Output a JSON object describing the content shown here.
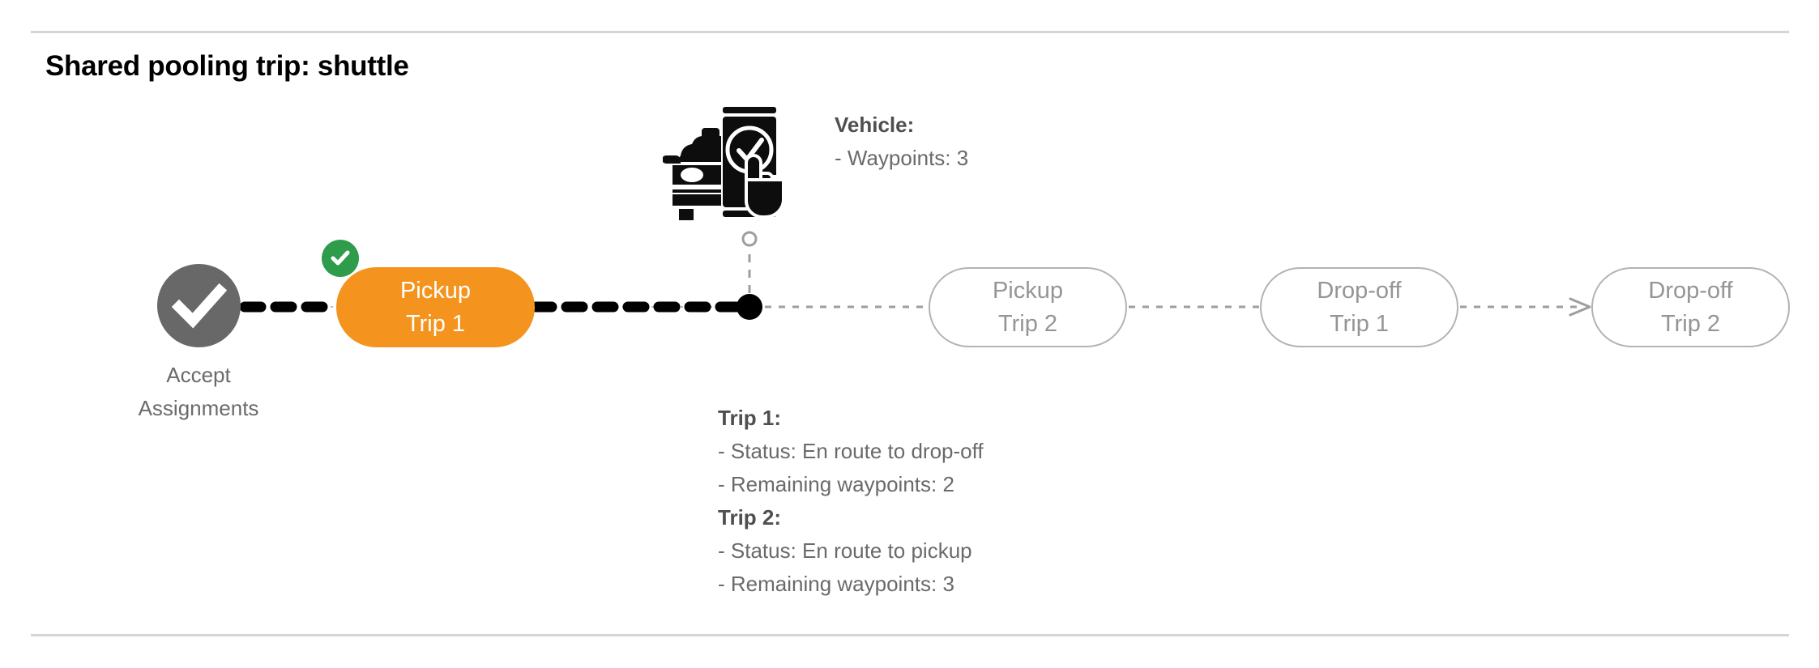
{
  "page": {
    "title": "Shared pooling trip: shuttle",
    "background": "#ffffff",
    "rule_color": "#d5d5d7"
  },
  "colors": {
    "active_node": "#f4941f",
    "completed_node": "#686868",
    "done_badge": "#2f9c4c",
    "pending_outline": "#b3b3b3",
    "pending_text": "#959595",
    "body_text": "#6a6a6a",
    "heading_text": "#4f4f4f",
    "path_traveled": "#000000",
    "path_remaining": "#9e9e9e"
  },
  "flow": {
    "start_node": {
      "icon": "check-circle-icon",
      "label_line1": "Accept",
      "label_line2": "Assignments",
      "state": "completed"
    },
    "nodes": [
      {
        "id": "pickup-trip-1",
        "line1": "Pickup",
        "line2": "Trip 1",
        "state": "active",
        "badge": "check-icon"
      },
      {
        "id": "pickup-trip-2",
        "line1": "Pickup",
        "line2": "Trip 2",
        "state": "pending"
      },
      {
        "id": "dropoff-trip-1",
        "line1": "Drop-off",
        "line2": "Trip 1",
        "state": "pending"
      },
      {
        "id": "dropoff-trip-2",
        "line1": "Drop-off",
        "line2": "Trip 2",
        "state": "pending"
      }
    ],
    "current_position_marker": "current-position-dot"
  },
  "vehicle": {
    "icon": "vehicle-app-check-icon",
    "heading": "Vehicle",
    "heading_suffix": ":",
    "lines": [
      "- Waypoints: 3"
    ]
  },
  "trips": [
    {
      "heading": "Trip 1",
      "heading_suffix": ":",
      "status_line": "- Status:  En route to drop-off",
      "waypoints_line": "- Remaining waypoints: 2"
    },
    {
      "heading": "Trip 2",
      "heading_suffix": ":",
      "status_line": "- Status:  En route to pickup",
      "waypoints_line": "- Remaining waypoints: 3"
    }
  ]
}
